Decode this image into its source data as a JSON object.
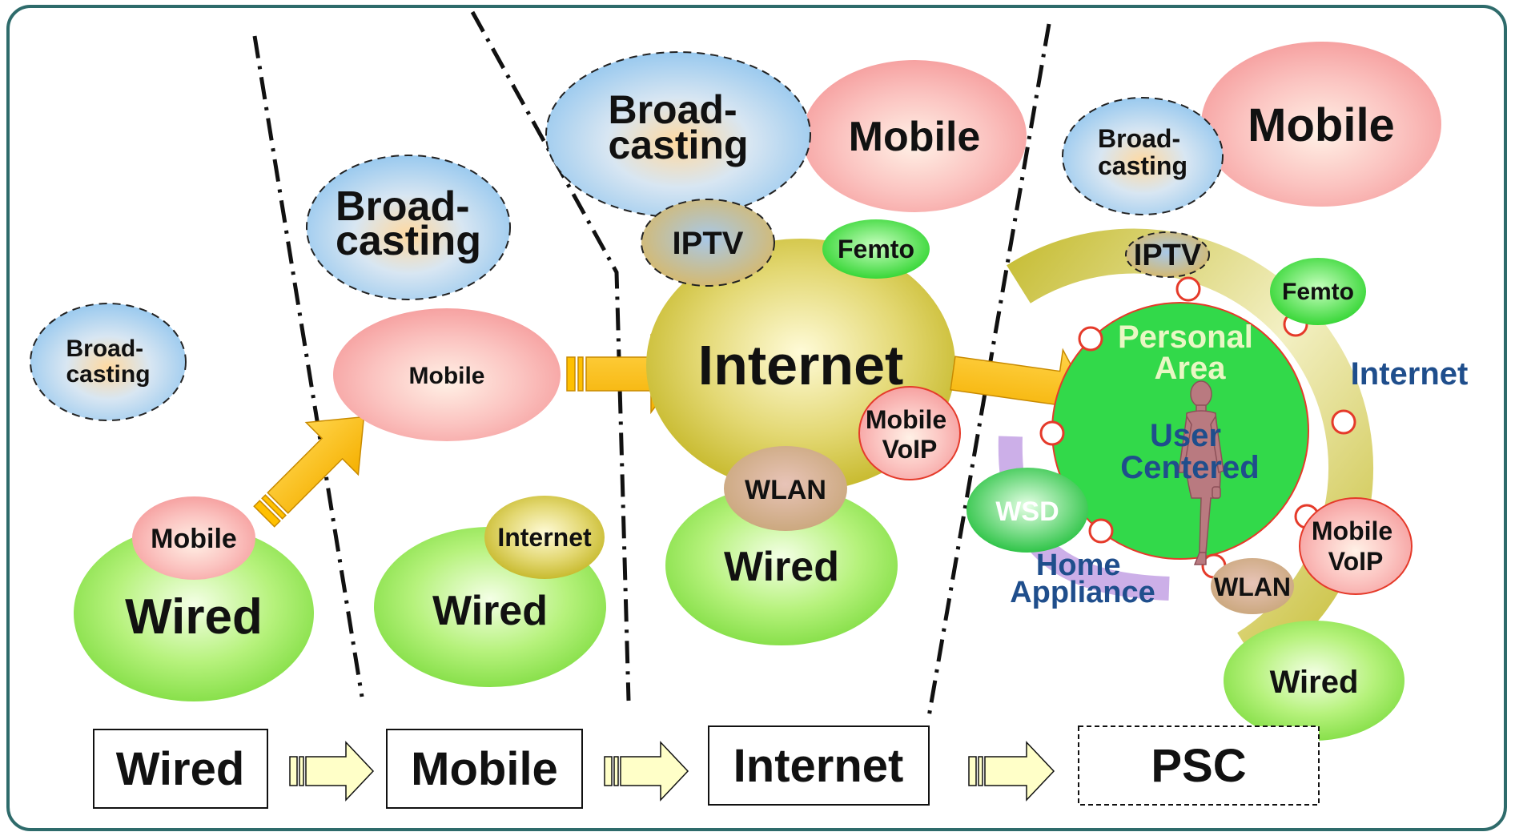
{
  "stages": {
    "stage1": {
      "broadcasting": [
        "Broad-",
        "casting"
      ],
      "mobile": "Mobile",
      "wired": "Wired"
    },
    "stage2": {
      "broadcasting": [
        "Broad-",
        "casting"
      ],
      "mobile": "Mobile",
      "internet": "Internet",
      "wired": "Wired"
    },
    "stage3": {
      "broadcasting": [
        "Broad-",
        "casting"
      ],
      "mobile": "Mobile",
      "iptv": "IPTV",
      "femto": "Femto",
      "internet": "Internet",
      "mobile_voip": [
        "Mobile",
        "VoIP"
      ],
      "wlan": "WLAN",
      "wired": "Wired"
    },
    "stage4": {
      "broadcasting": [
        "Broad-",
        "casting"
      ],
      "mobile": "Mobile",
      "iptv": "IPTV",
      "femto": "Femto",
      "internet": "Internet",
      "personal_area": [
        "Personal",
        "Area"
      ],
      "user_centered": [
        "User",
        "Centered"
      ],
      "wsd": "WSD",
      "home_appliance": [
        "Home",
        "Appliance"
      ],
      "mobile_voip": [
        "Mobile",
        "VoIP"
      ],
      "wlan": "WLAN",
      "wired": "Wired"
    }
  },
  "bottom_labels": [
    "Wired",
    "Mobile",
    "Internet",
    "PSC"
  ],
  "colors": {
    "frame": "#2e6b6b",
    "broadcasting": "#a9d2f0",
    "mobile": "#f6a9a9",
    "wired": "#8ee85a",
    "internet": "#cdbf2a",
    "arrow": "#ffc000",
    "small_arrow": "#ffffc8",
    "accent_text": "#1f4e8c"
  }
}
